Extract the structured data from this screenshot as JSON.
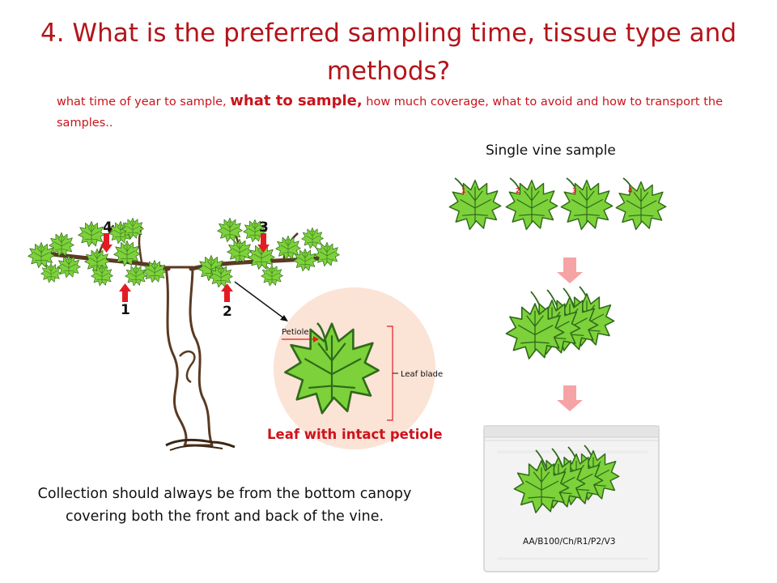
{
  "slide": {
    "title": "4. What is the preferred sampling time, tissue type and methods?",
    "subtitle": {
      "part1": "what time of year to sample, ",
      "emphasis": "what to sample,",
      "part2": " how much coverage, what to avoid and how to transport the samples.."
    }
  },
  "vine_diagram": {
    "positions": [
      "1",
      "2",
      "3",
      "4"
    ],
    "inset": {
      "petiole_label": "Petiole",
      "leaf_blade_label": "Leaf blade",
      "caption": "Leaf with intact petiole"
    },
    "note": "Collection should always be from the bottom canopy covering both the front and back of the vine."
  },
  "sample_panel": {
    "title": "Single vine sample",
    "leaf_numbers": [
      "1",
      "2",
      "3",
      "4"
    ],
    "bag_label": "AA/B100/Ch/R1/P2/V3"
  },
  "colors": {
    "title_red": "#b3141a",
    "arrow_red": "#e31c23",
    "leaf_green": "#7dd13a",
    "leaf_vein": "#2f6a1a",
    "trunk_brown": "#5a3a22",
    "inset_circle": "#fbe3d6",
    "down_arrow_pink": "#f6a3a6"
  }
}
